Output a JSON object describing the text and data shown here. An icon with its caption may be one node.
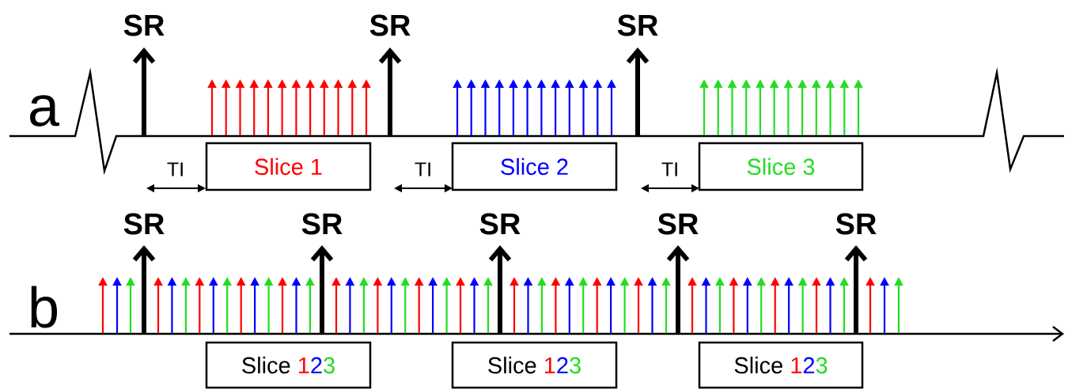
{
  "diagram": {
    "nodes": [
      {
        "text": [
          "Slice 1"
        ]
      },
      {
        "text": [
          "Slice 2"
        ]
      },
      {
        "text": [
          "Slice 3"
        ]
      },
      {
        "text": [
          "Slice",
          "1",
          "2",
          "3"
        ]
      },
      {
        "text": [
          "Slice",
          "1",
          "2",
          "3"
        ]
      },
      {
        "text": [
          "Slice",
          "1",
          "2",
          "3"
        ]
      }
    ],
    "labels": [
      "SR",
      "SR",
      "SR",
      "a",
      "TI",
      "TI",
      "TI",
      "SR",
      "SR",
      "SR",
      "SR",
      "SR",
      "b"
    ]
  }
}
